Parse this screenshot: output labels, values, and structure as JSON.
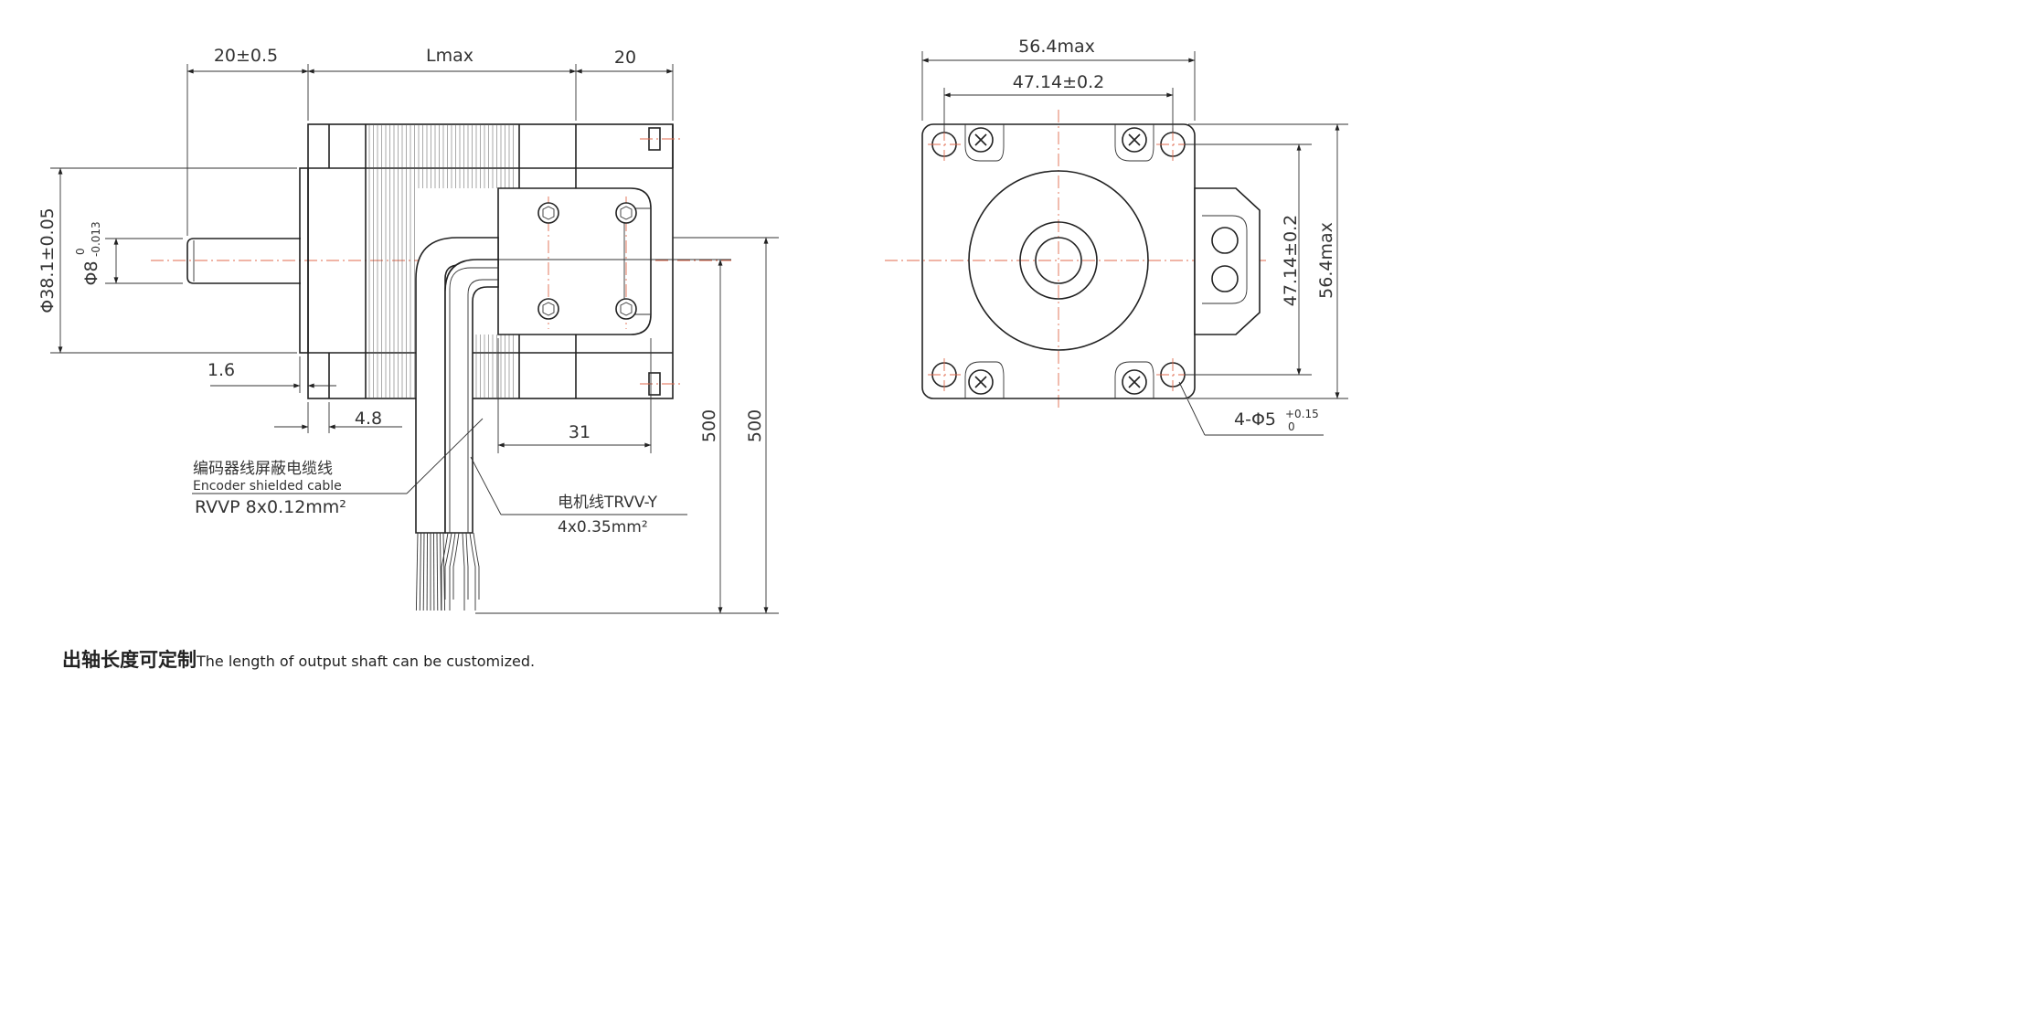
{
  "front_view": {
    "dim_shaft_length": "20±0.5",
    "dim_body_length": "Lmax",
    "dim_encoder_length": "20",
    "dim_boss_dia": "Φ38.1±0.05",
    "dim_shaft_dia_main": "Φ8",
    "dim_shaft_dia_tol_upper": "0",
    "dim_shaft_dia_tol_lower": "-0.013",
    "dim_boss_thickness": "1.6",
    "dim_flange_thickness": "4.8",
    "dim_bracket_width": "31",
    "dim_cable_length_motor": "500",
    "dim_cable_length_encoder": "500",
    "encoder_cable_cn": "编码器线屏蔽电缆线",
    "encoder_cable_en": "Encoder shielded cable",
    "encoder_cable_spec": "RVVP 8x0.12mm²",
    "motor_cable_name": "电机线TRVV-Y",
    "motor_cable_spec": "4x0.35mm²"
  },
  "side_view": {
    "dim_width_max": "56.4max",
    "dim_hole_spacing_h": "47.14±0.2",
    "dim_hole_spacing_v": "47.14±0.2",
    "dim_height_max": "56.4max",
    "dim_holes_main": "4-Φ5",
    "dim_holes_tol_upper": "+0.15",
    "dim_holes_tol_lower": "0"
  },
  "footnote": {
    "cn": "出轴长度可定制",
    "en": "The length of output shaft can be customized."
  }
}
